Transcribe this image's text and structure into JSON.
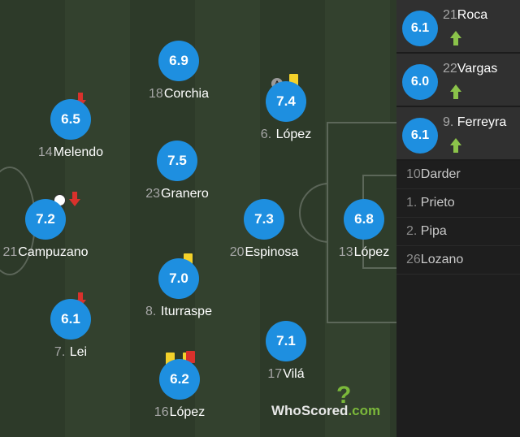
{
  "lineup": [
    {
      "num": "18",
      "name": "Corchia",
      "rating": "6.9"
    },
    {
      "num": "6.",
      "name": "López",
      "rating": "7.4"
    },
    {
      "num": "14",
      "name": "Melendo",
      "rating": "6.5"
    },
    {
      "num": "23",
      "name": "Granero",
      "rating": "7.5"
    },
    {
      "num": "21",
      "name": "Campuzano",
      "rating": "7.2"
    },
    {
      "num": "20",
      "name": "Espinosa",
      "rating": "7.3"
    },
    {
      "num": "13",
      "name": "López",
      "rating": "6.8"
    },
    {
      "num": "8.",
      "name": "Iturraspe",
      "rating": "7.0"
    },
    {
      "num": "7.",
      "name": "Lei",
      "rating": "6.1"
    },
    {
      "num": "17",
      "name": "Vilá",
      "rating": "7.1"
    },
    {
      "num": "16",
      "name": "López",
      "rating": "6.2"
    }
  ],
  "subs_in": [
    {
      "num": "21",
      "name": "Roca",
      "rating": "6.1"
    },
    {
      "num": "22",
      "name": "Vargas",
      "rating": "6.0"
    },
    {
      "num": "9.",
      "name": "Ferreyra",
      "rating": "6.1"
    }
  ],
  "bench": [
    {
      "num": "10",
      "name": "Darder"
    },
    {
      "num": "1.",
      "name": "Prieto"
    },
    {
      "num": "2.",
      "name": "Pipa"
    },
    {
      "num": "26",
      "name": "Lozano"
    }
  ],
  "watermark": {
    "main": "WhoScored",
    "suffix": ".com"
  },
  "colors": {
    "rating": "#1e8fe0",
    "sub_off": "#d9312c",
    "sub_on": "#8bc34a",
    "yellow_card": "#f3d12a",
    "red_card": "#d9312c"
  }
}
